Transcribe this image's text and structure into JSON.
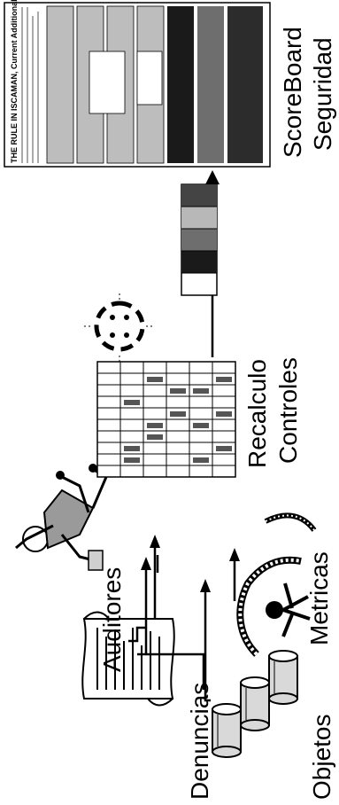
{
  "labels": {
    "denuncias": "Denuncias",
    "objetos": "Objetos",
    "auditores": "Auditores",
    "metricas": "Metricas",
    "recalculo": "Recalculo",
    "controles": "Controles",
    "scoreboard": "ScoreBoard",
    "seguridad": "Seguridad"
  },
  "scoreboard_doc": {
    "heading": "THE RULE IN ISCAMAN, Current Additional level"
  },
  "icons": {
    "paper_scroll": "paper-scroll-icon",
    "cylinders": "database-cylinders-icon",
    "auditor": "running-auditor-cartoon-icon",
    "metric": "tape-measure-figure-icon",
    "cycle": "recalculation-cycle-icon"
  },
  "colors": {
    "ink": "#000000",
    "table_dark": "#1a1a1a",
    "table_mid": "#6e6e6e",
    "table_light": "#b8b8b8"
  }
}
